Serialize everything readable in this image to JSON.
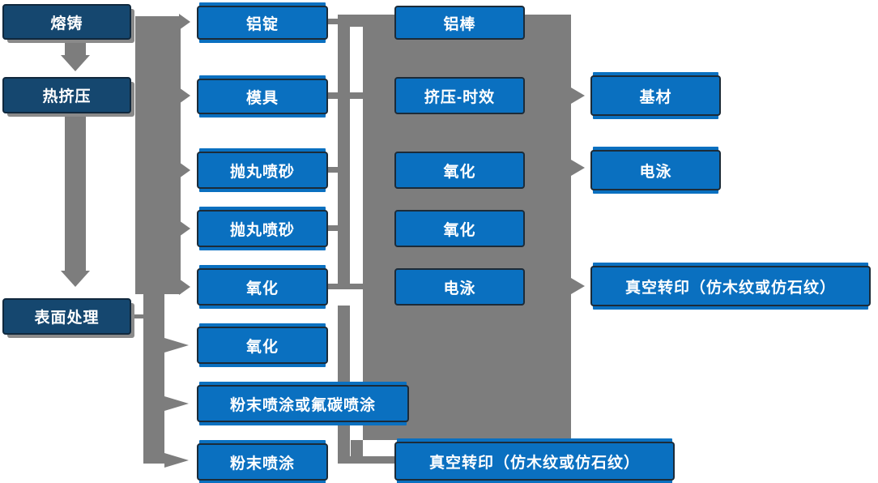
{
  "diagram_type": "flowchart",
  "colors": {
    "process_box_blue": "#0a70c0",
    "stage_box_navy": "#15476f",
    "connector_gray": "#7d7d7d",
    "text_white": "#ffffff"
  },
  "nodes": [
    {
      "id": "melting-casting",
      "label": "熔铸",
      "style": "stage"
    },
    {
      "id": "hot-extrusion",
      "label": "热挤压",
      "style": "stage"
    },
    {
      "id": "surface-treatment",
      "label": "表面处理",
      "style": "stage"
    },
    {
      "id": "aluminum-ingot",
      "label": "铝锭",
      "style": "process"
    },
    {
      "id": "mold",
      "label": "模具",
      "style": "process"
    },
    {
      "id": "shot-blasting-1",
      "label": "抛丸喷砂",
      "style": "process"
    },
    {
      "id": "shot-blasting-2",
      "label": "抛丸喷砂",
      "style": "process"
    },
    {
      "id": "oxidation-1",
      "label": "氧化",
      "style": "process"
    },
    {
      "id": "oxidation-2",
      "label": "氧化",
      "style": "process"
    },
    {
      "id": "powder-or-fluorocarbon",
      "label": "粉末喷涂或氟碳喷涂",
      "style": "process"
    },
    {
      "id": "powder-coating",
      "label": "粉末喷涂",
      "style": "process"
    },
    {
      "id": "aluminum-rod",
      "label": "铝棒",
      "style": "process"
    },
    {
      "id": "extrusion-aging",
      "label": "挤压-时效",
      "style": "process"
    },
    {
      "id": "oxidation-3",
      "label": "氧化",
      "style": "process"
    },
    {
      "id": "oxidation-4",
      "label": "氧化",
      "style": "process"
    },
    {
      "id": "electrophoresis-1",
      "label": "电泳",
      "style": "process"
    },
    {
      "id": "vacuum-transfer-1",
      "label": "真空转印（仿木纹或仿石纹）",
      "style": "process"
    },
    {
      "id": "substrate",
      "label": "基材",
      "style": "process"
    },
    {
      "id": "electrophoresis-2",
      "label": "电泳",
      "style": "process"
    },
    {
      "id": "vacuum-transfer-2",
      "label": "真空转印（仿木纹或仿石纹）",
      "style": "process"
    }
  ],
  "edges": [
    {
      "from": "熔铸",
      "to": "热挤压"
    },
    {
      "from": "热挤压",
      "to": "表面处理"
    },
    {
      "from": "熔铸/热挤压",
      "to": "铝锭"
    },
    {
      "from": "熔铸/热挤压",
      "to": "模具"
    },
    {
      "from": "熔铸/热挤压",
      "to": "抛丸喷砂"
    },
    {
      "from": "熔铸/热挤压",
      "to": "抛丸喷砂"
    },
    {
      "from": "熔铸/热挤压",
      "to": "氧化"
    },
    {
      "from": "表面处理",
      "to": "氧化"
    },
    {
      "from": "表面处理",
      "to": "粉末喷涂或氟碳喷涂"
    },
    {
      "from": "表面处理",
      "to": "粉末喷涂"
    },
    {
      "from": "铝锭",
      "to": "铝棒"
    },
    {
      "from": "模具",
      "to": "挤压-时效"
    },
    {
      "from": "挤压-时效",
      "to": "基材"
    },
    {
      "from": "氧化",
      "to": "电泳"
    },
    {
      "from": "电泳",
      "to": "真空转印（仿木纹或仿石纹）"
    },
    {
      "from": "粉末喷涂",
      "to": "真空转印（仿木纹或仿石纹）"
    }
  ]
}
